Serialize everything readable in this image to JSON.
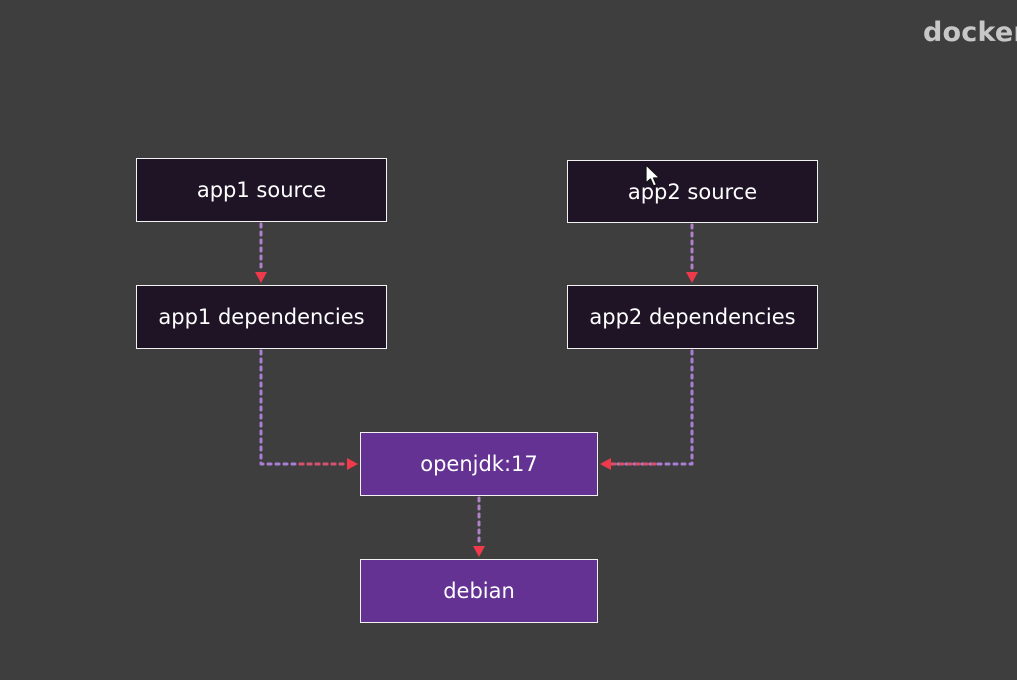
{
  "brand": {
    "label": "docker"
  },
  "diagram": {
    "nodes": {
      "app1_source": "app1 source",
      "app1_dependencies": "app1 dependencies",
      "app2_source": "app2 source",
      "app2_dependencies": "app2 dependencies",
      "openjdk": "openjdk:17",
      "debian": "debian"
    },
    "edges": [
      {
        "from": "app1 source",
        "to": "app1 dependencies"
      },
      {
        "from": "app2 source",
        "to": "app2 dependencies"
      },
      {
        "from": "app1 dependencies",
        "to": "openjdk:17"
      },
      {
        "from": "app2 dependencies",
        "to": "openjdk:17"
      },
      {
        "from": "openjdk:17",
        "to": "debian"
      }
    ]
  },
  "colors": {
    "background": "#3e3e3e",
    "dark_node": "#1f1426",
    "base_node": "#633292",
    "connector": "#a97fd6",
    "arrowhead": "#ee3a4a"
  }
}
